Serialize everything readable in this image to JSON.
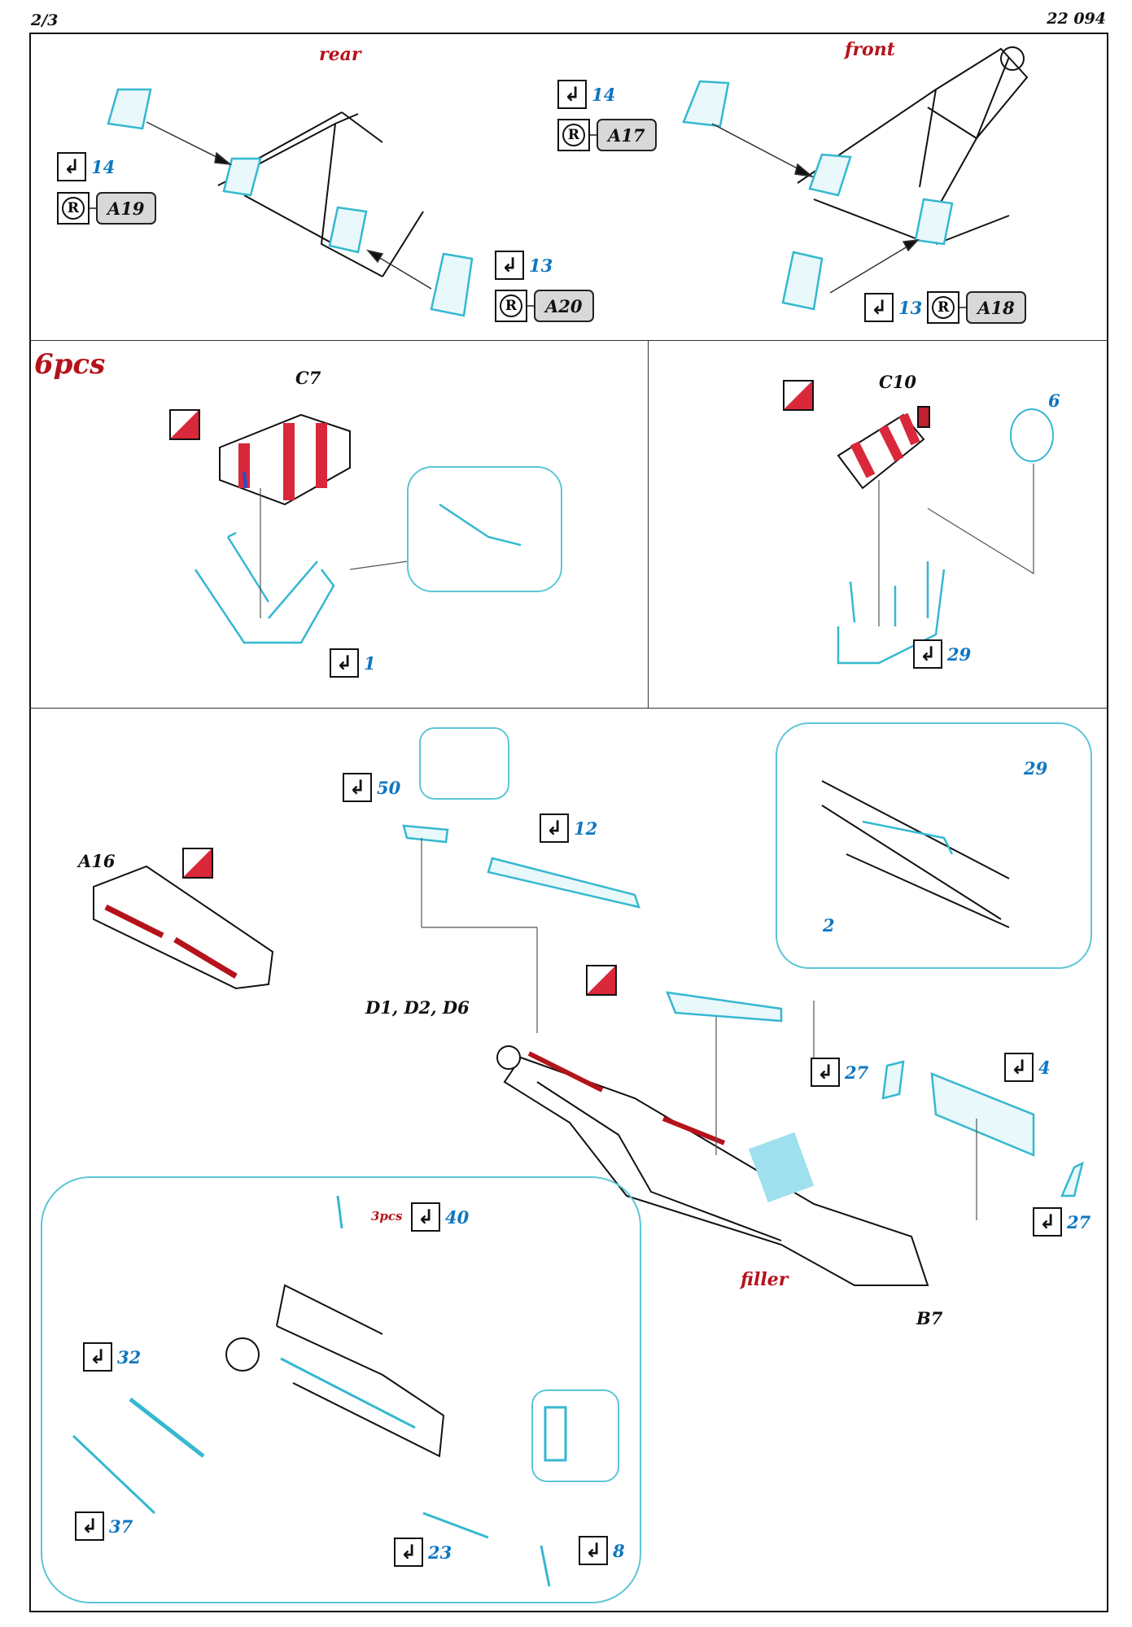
{
  "header": {
    "page": "2/3",
    "code": "22 094"
  },
  "section1": {
    "rear_label": "rear",
    "front_label": "front",
    "callouts": [
      {
        "bend": "14",
        "ref_symbol": "R",
        "part": "A19"
      },
      {
        "bend": "14",
        "ref_symbol": "R",
        "part": "A17"
      },
      {
        "bend": "13",
        "ref_symbol": "R",
        "part": "A20"
      },
      {
        "bend": "13",
        "ref_symbol": "R",
        "part": "A18"
      }
    ]
  },
  "section2": {
    "quantity": "6pcs",
    "left_part": "C7",
    "left_bend": "1",
    "right_part": "C10",
    "right_ring": "6",
    "right_bend": "29"
  },
  "section3": {
    "bend_50": "50",
    "bend_12": "12",
    "part_a16": "A16",
    "parts_d": "D1, D2, D6",
    "detail_29": "29",
    "detail_2": "2",
    "bend_27a": "27",
    "bend_4": "4",
    "bend_27b": "27",
    "filler": "filler",
    "part_b7": "B7",
    "qty_3pcs": "3pcs",
    "bend_40": "40",
    "bend_32": "32",
    "bend_37": "37",
    "bend_23": "23",
    "bend_8": "8"
  },
  "icons": {
    "bend": "↲",
    "bend_icon_name": "bend-icon",
    "paint_icon_name": "red-paint-icon"
  },
  "colors": {
    "etch_part": "#35b8d0",
    "paint_red": "#d9283a",
    "label_red": "#b5121b",
    "number_blue": "#0f76c0"
  }
}
